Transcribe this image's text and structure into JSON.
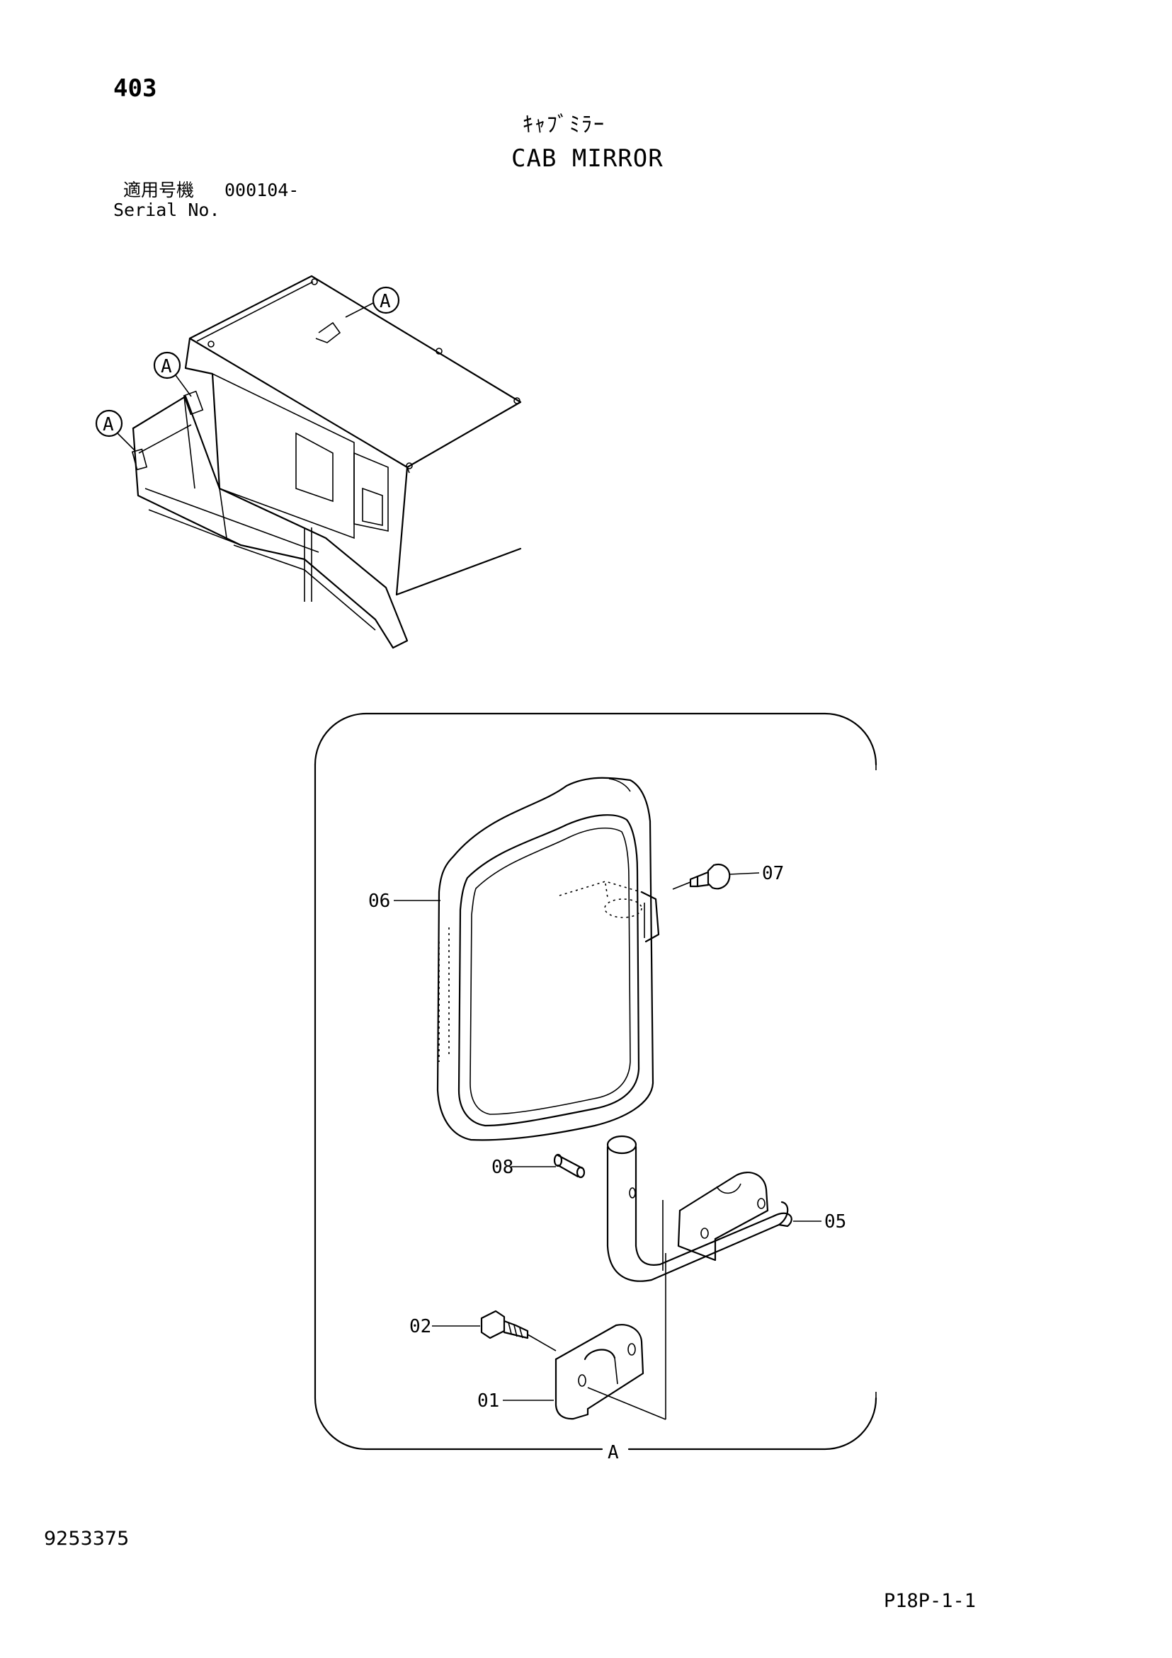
{
  "header": {
    "page_number": "403",
    "title_jp": "ｷｬﾌﾞﾐﾗｰ",
    "title_en": "CAB MIRROR",
    "serial_label_jp": "適用号機",
    "serial_value": "000104-",
    "serial_label_en": "Serial No."
  },
  "overview": {
    "callouts": [
      "A",
      "A",
      "A"
    ]
  },
  "detail": {
    "view_label": "A",
    "parts": [
      {
        "number": "06"
      },
      {
        "number": "07"
      },
      {
        "number": "08"
      },
      {
        "number": "05"
      },
      {
        "number": "02"
      },
      {
        "number": "01"
      }
    ]
  },
  "footer": {
    "doc_number": "9253375",
    "sheet_ref": "P18P-1-1"
  }
}
